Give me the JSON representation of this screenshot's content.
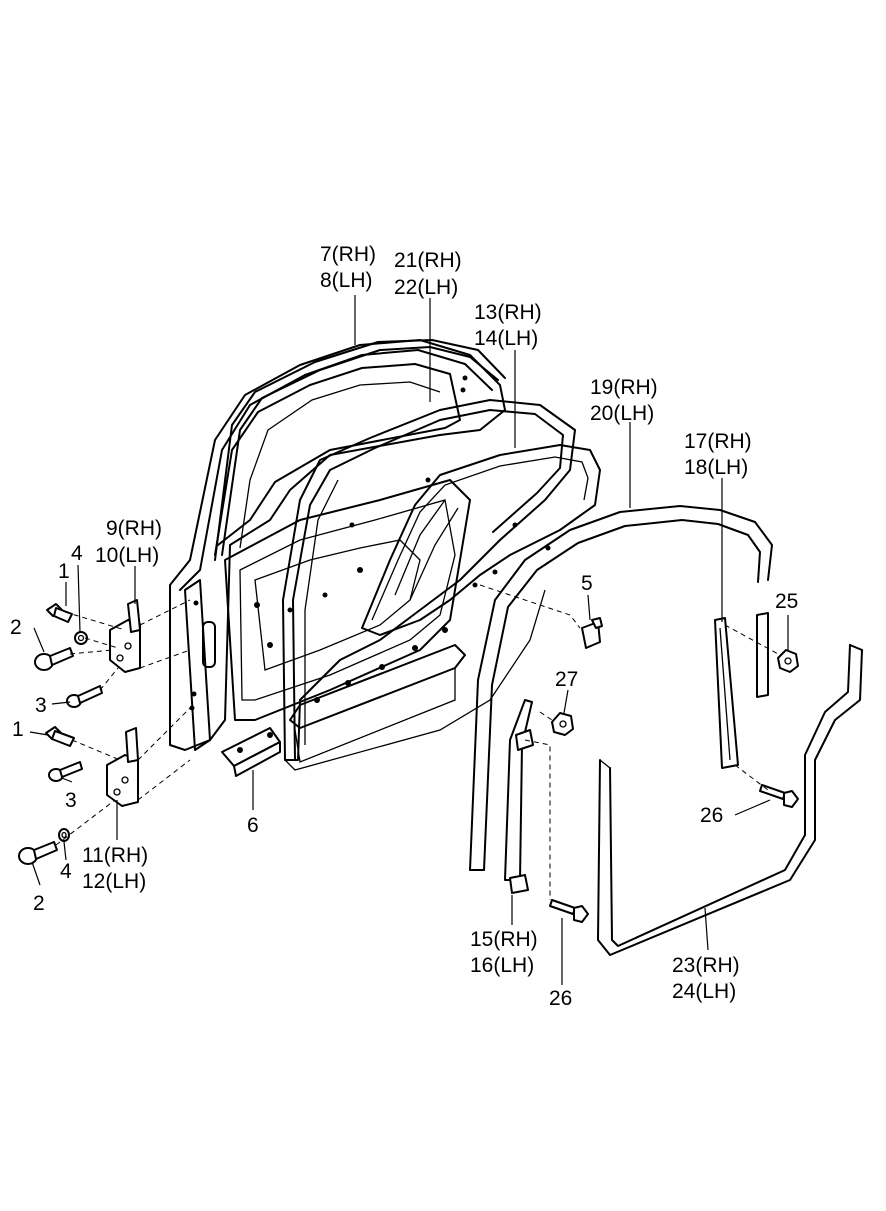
{
  "labels": {
    "p7": "7(RH)",
    "p8": "8(LH)",
    "p21": "21(RH)",
    "p22": "22(LH)",
    "p13": "13(RH)",
    "p14": "14(LH)",
    "p19": "19(RH)",
    "p20": "20(LH)",
    "p17": "17(RH)",
    "p18": "18(LH)",
    "p9": "9(RH)",
    "p10": "10(LH)",
    "p11": "11(RH)",
    "p12": "12(LH)",
    "p15": "15(RH)",
    "p16": "16(LH)",
    "p23": "23(RH)",
    "p24": "24(LH)",
    "p1a": "1",
    "p1b": "1",
    "p2a": "2",
    "p2b": "2",
    "p3a": "3",
    "p3b": "3",
    "p4a": "4",
    "p4b": "4",
    "p5": "5",
    "p6": "6",
    "p25": "25",
    "p26a": "26",
    "p26b": "26",
    "p27": "27"
  }
}
